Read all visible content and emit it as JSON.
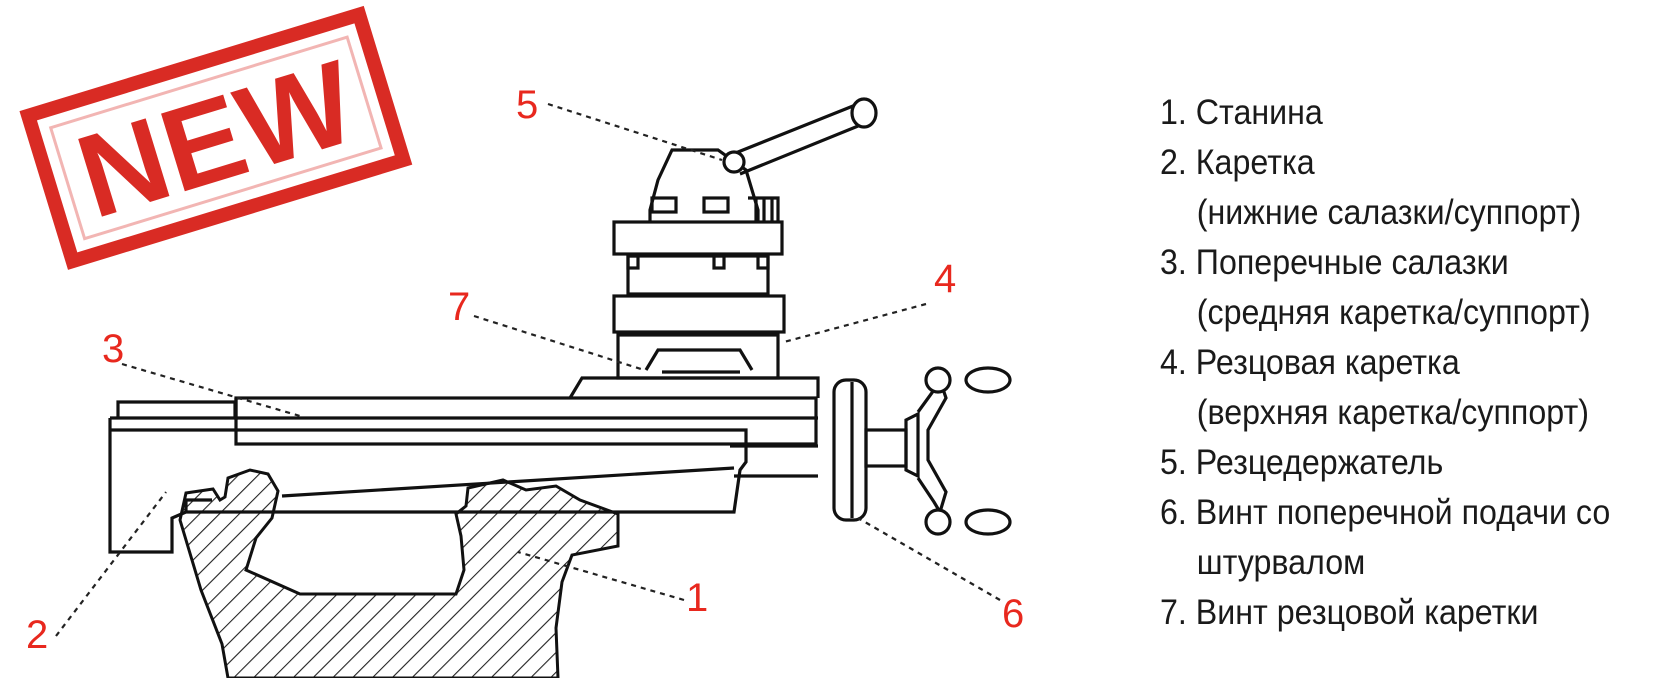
{
  "stamp": {
    "text": "NEW",
    "color": "#d92b24"
  },
  "callouts": [
    "1",
    "2",
    "3",
    "4",
    "5",
    "6",
    "7"
  ],
  "callout_color": "#e8281e",
  "legend": [
    {
      "title": "1. Станина"
    },
    {
      "title": "2. Каретка",
      "sub": "(нижние салазки/суппорт)"
    },
    {
      "title": "3. Поперечные салазки",
      "sub": "(средняя каретка/суппорт)"
    },
    {
      "title": "4. Резцовая каретка",
      "sub": "(верхняя каретка/суппорт)"
    },
    {
      "title": "5. Резцедержатель"
    },
    {
      "title": "6. Винт поперечной подачи со",
      "sub": "штурвалом"
    },
    {
      "title": "7. Винт резцовой каретки"
    }
  ]
}
